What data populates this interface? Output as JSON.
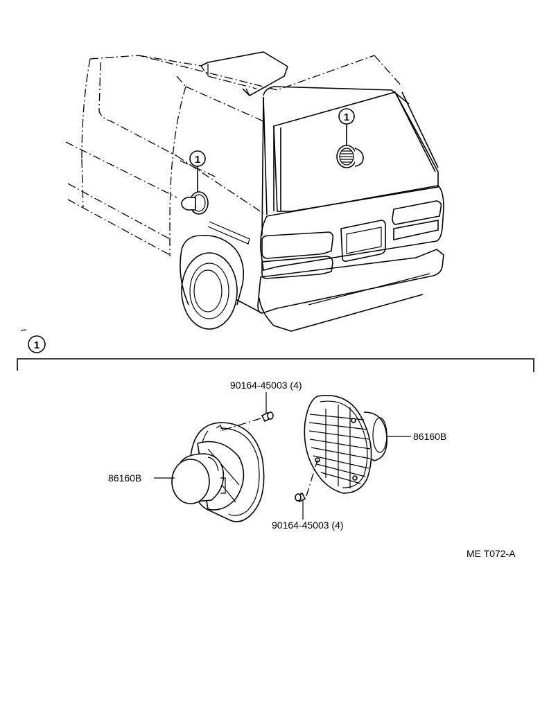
{
  "callouts": {
    "rear_door": "1",
    "side_panel": "1",
    "detail_header": "1"
  },
  "parts": {
    "screw_top": "90164-45003 (4)",
    "screw_bottom": "90164-45003 (4)",
    "speaker_left": "86160B",
    "speaker_right": "86160B"
  },
  "diagram_code": "ME T072-A"
}
